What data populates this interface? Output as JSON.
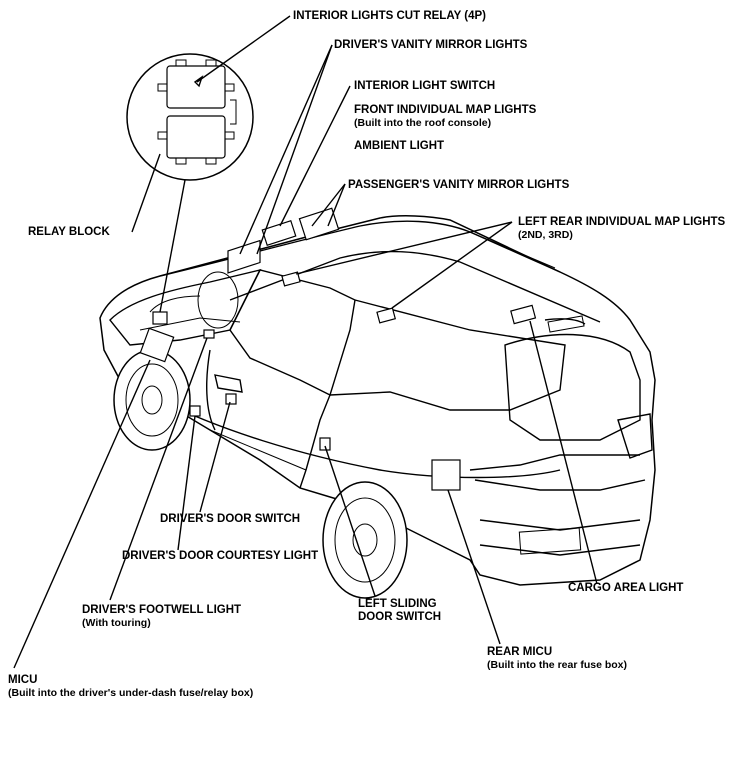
{
  "labels": {
    "interior_lights_cut_relay": "INTERIOR LIGHTS CUT RELAY (4P)",
    "drivers_vanity_mirror_lights": "DRIVER'S VANITY MIRROR LIGHTS",
    "interior_light_switch": "INTERIOR LIGHT SWITCH",
    "front_individual_map_lights": "FRONT INDIVIDUAL MAP LIGHTS",
    "front_individual_map_lights_note": "(Built into the roof console)",
    "ambient_light": "AMBIENT LIGHT",
    "passengers_vanity_mirror_lights": "PASSENGER'S VANITY MIRROR LIGHTS",
    "left_rear_individual_map_lights": "LEFT REAR INDIVIDUAL MAP LIGHTS",
    "left_rear_individual_map_lights_note": "(2ND, 3RD)",
    "relay_block": "RELAY BLOCK",
    "drivers_door_switch": "DRIVER'S DOOR SWITCH",
    "drivers_door_courtesy_light": "DRIVER'S DOOR COURTESY LIGHT",
    "drivers_footwell_light": "DRIVER'S FOOTWELL LIGHT",
    "drivers_footwell_light_note": "(With touring)",
    "left_sliding_door_switch_line1": "LEFT SLIDING",
    "left_sliding_door_switch_line2": "DOOR SWITCH",
    "cargo_area_light": "CARGO AREA LIGHT",
    "rear_micu": "REAR MICU",
    "rear_micu_note": "(Built into the rear fuse box)",
    "micu": "MICU",
    "micu_note": "(Built into the driver's under-dash fuse/relay box)"
  }
}
